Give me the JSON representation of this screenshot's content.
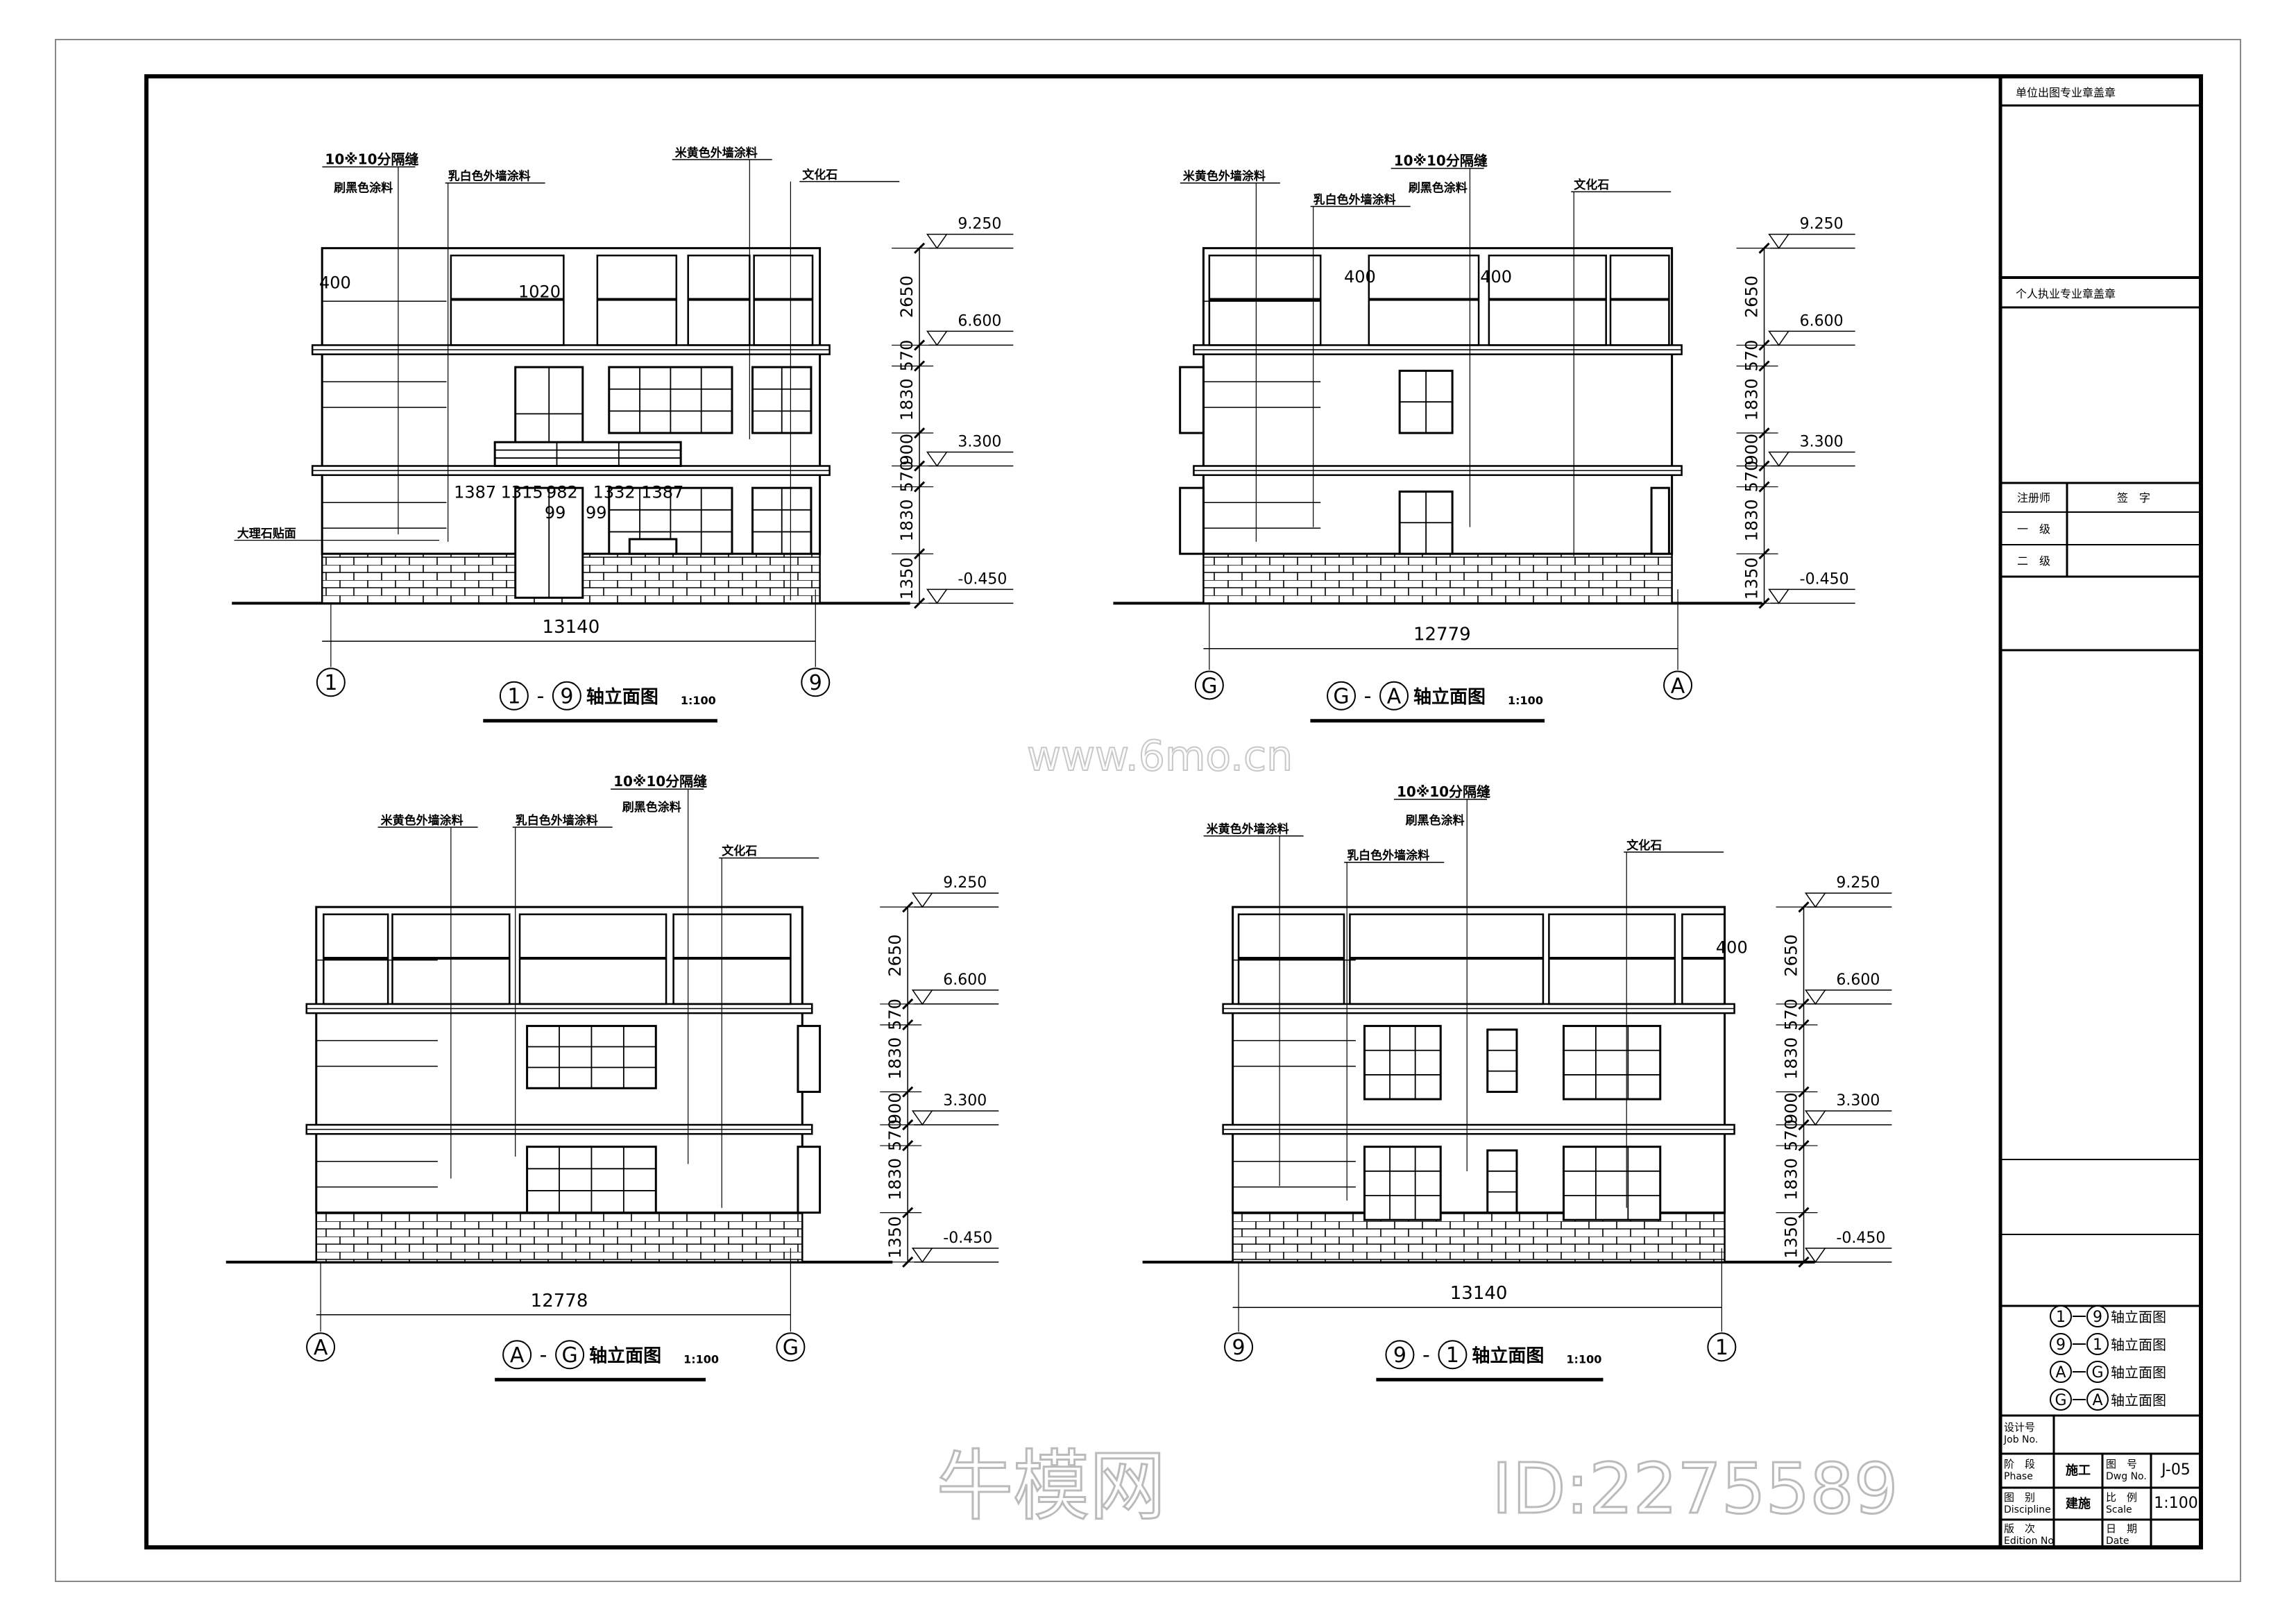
{
  "elevations": [
    {
      "title": {
        "left_axis": "1",
        "sep": "-",
        "right_axis": "9",
        "text": "轴立面图",
        "scale": "1:100"
      },
      "width_dim": "13140",
      "axes": [
        "1",
        "9"
      ],
      "levels": [
        "9.250",
        "6.600",
        "3.300",
        "-0.450"
      ],
      "chain": [
        "2650",
        "570",
        "1830",
        "900",
        "570",
        "1830",
        "1350"
      ],
      "labels": {
        "joint": "10※10分隔缝",
        "black": "刷黑色涂料",
        "white": "乳白色外墙涂料",
        "beige": "米黄色外墙涂料",
        "stone": "文化石",
        "marble": "大理石贴面"
      },
      "dims": [
        "400",
        "1020",
        "1387",
        "1315",
        "982",
        "1332",
        "1387",
        "99",
        "99"
      ]
    },
    {
      "title": {
        "left_axis": "G",
        "sep": "-",
        "right_axis": "A",
        "text": "轴立面图",
        "scale": "1:100"
      },
      "width_dim": "12779",
      "axes": [
        "G",
        "A"
      ],
      "levels": [
        "9.250",
        "6.600",
        "3.300",
        "-0.450"
      ],
      "chain": [
        "2650",
        "570",
        "1830",
        "900",
        "570",
        "1830",
        "1350"
      ],
      "labels": {
        "beige": "米黄色外墙涂料",
        "joint": "10※10分隔缝",
        "black": "刷黑色涂料",
        "white": "乳白色外墙涂料",
        "stone": "文化石"
      },
      "dims": [
        "400",
        "400"
      ]
    },
    {
      "title": {
        "left_axis": "A",
        "sep": "-",
        "right_axis": "G",
        "text": "轴立面图",
        "scale": "1:100"
      },
      "width_dim": "12778",
      "axes": [
        "A",
        "G"
      ],
      "levels": [
        "9.250",
        "6.600",
        "3.300",
        "-0.450"
      ],
      "chain": [
        "2650",
        "570",
        "1830",
        "900",
        "570",
        "1830",
        "1350"
      ],
      "labels": {
        "beige": "米黄色外墙涂料",
        "white": "乳白色外墙涂料",
        "joint": "10※10分隔缝",
        "black": "刷黑色涂料",
        "stone": "文化石"
      },
      "dims": []
    },
    {
      "title": {
        "left_axis": "9",
        "sep": "-",
        "right_axis": "1",
        "text": "轴立面图",
        "scale": "1:100"
      },
      "width_dim": "13140",
      "axes": [
        "9",
        "1"
      ],
      "levels": [
        "9.250",
        "6.600",
        "3.300",
        "-0.450"
      ],
      "chain": [
        "2650",
        "570",
        "1830",
        "900",
        "570",
        "1830",
        "1350"
      ],
      "labels": {
        "beige": "米黄色外墙涂料",
        "joint": "10※10分隔缝",
        "black": "刷黑色涂料",
        "white": "乳白色外墙涂料",
        "stone": "文化石"
      },
      "dims": [
        "400"
      ]
    }
  ],
  "title_block": {
    "unit_stamp": "单位出图专业章盖章",
    "personal_stamp": "个人执业专业章盖章",
    "registered": "注册师",
    "signature": "签　字",
    "grade1": "一　级",
    "grade2": "二　级",
    "drawing_list": [
      {
        "left": "1",
        "right": "9",
        "text": "轴立面图"
      },
      {
        "left": "9",
        "right": "1",
        "text": "轴立面图"
      },
      {
        "left": "A",
        "right": "G",
        "text": "轴立面图"
      },
      {
        "left": "G",
        "right": "A",
        "text": "轴立面图"
      }
    ],
    "job_no_label": "设计号",
    "job_no_label_en": "Job No.",
    "phase_label": "阶　段",
    "phase_label_en": "Phase",
    "phase": "施工",
    "dwg_no_label": "图　号",
    "dwg_no_label_en": "Dwg No.",
    "dwg_no": "J-05",
    "discipline_label": "图　别",
    "discipline_label_en": "Discipline",
    "discipline": "建施",
    "scale_label": "比　例",
    "scale_label_en": "Scale",
    "scale": "1:100",
    "edition_label": "版　次",
    "edition_label_en": "Edition No",
    "date_label": "日　期",
    "date_label_en": "Date"
  },
  "watermark": {
    "site": "www.6mo.cn",
    "brand": "牛模网",
    "id": "ID:2275589"
  }
}
